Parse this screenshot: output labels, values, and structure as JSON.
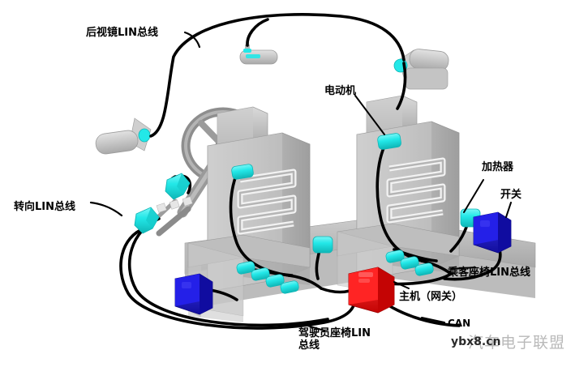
{
  "diagram": {
    "title": "LIN bus in-vehicle network topology",
    "background_color": "#ffffff",
    "labels": {
      "mirror_bus": "后视镜LIN总线",
      "steering_bus": "转向LIN总线",
      "motor": "电动机",
      "heater": "加热器",
      "switch": "开关",
      "passenger_seat_bus": "乘客座椅LIN总线",
      "master_gateway": "主机（网关）",
      "can": "CAN",
      "driver_seat_bus_line1": "驾驶员座椅LIN",
      "driver_seat_bus_line2": "总线"
    },
    "watermark": {
      "grey_text": "汽车电子联盟",
      "dark_text": "ybx8.cn"
    },
    "colors": {
      "node_cyan": "#23e8e8",
      "node_cyan_dark": "#11b4b4",
      "switch_blue": "#1a16e0",
      "switch_blue_dark": "#0d0a92",
      "gateway_red": "#f50a0a",
      "gateway_red_dark": "#a80303",
      "wire_black": "#000000",
      "body_grey": "#b6b6b6",
      "body_grey_light": "#d3d3d3",
      "body_grey_dark": "#8c8c8c",
      "steering_wheel": "#8e8e8e"
    },
    "components": [
      {
        "name": "interior-rearview-mirror",
        "type": "mirror",
        "bus": "后视镜LIN总线"
      },
      {
        "name": "left-side-mirror",
        "type": "mirror",
        "bus": "后视镜LIN总线"
      },
      {
        "name": "right-side-mirror",
        "type": "mirror",
        "bus": "后视镜LIN总线"
      },
      {
        "name": "steering-wheel",
        "type": "steering"
      },
      {
        "name": "steering-column-stalk-upper",
        "type": "lin-node",
        "bus": "转向LIN总线"
      },
      {
        "name": "steering-column-stalk-lower",
        "type": "lin-node",
        "bus": "转向LIN总线"
      },
      {
        "name": "driver-seat",
        "type": "seat",
        "bus": "驾驶员座椅LIN总线"
      },
      {
        "name": "passenger-seat",
        "type": "seat",
        "bus": "乘客座椅LIN总线"
      },
      {
        "name": "driver-seat-motor",
        "type": "电动机"
      },
      {
        "name": "passenger-seat-motor",
        "type": "电动机"
      },
      {
        "name": "driver-seat-heater",
        "type": "加热器"
      },
      {
        "name": "passenger-seat-heater",
        "type": "加热器"
      },
      {
        "name": "driver-switch-module",
        "type": "开关",
        "color": "#1a16e0"
      },
      {
        "name": "passenger-switch-module",
        "type": "开关",
        "color": "#1a16e0"
      },
      {
        "name": "master-gateway-ecu",
        "type": "主机（网关）",
        "color": "#f50a0a"
      }
    ],
    "buses": [
      {
        "name": "后视镜LIN总线",
        "kind": "LIN"
      },
      {
        "name": "转向LIN总线",
        "kind": "LIN"
      },
      {
        "name": "驾驶员座椅LIN总线",
        "kind": "LIN"
      },
      {
        "name": "乘客座椅LIN总线",
        "kind": "LIN"
      },
      {
        "name": "CAN",
        "kind": "CAN"
      }
    ]
  }
}
